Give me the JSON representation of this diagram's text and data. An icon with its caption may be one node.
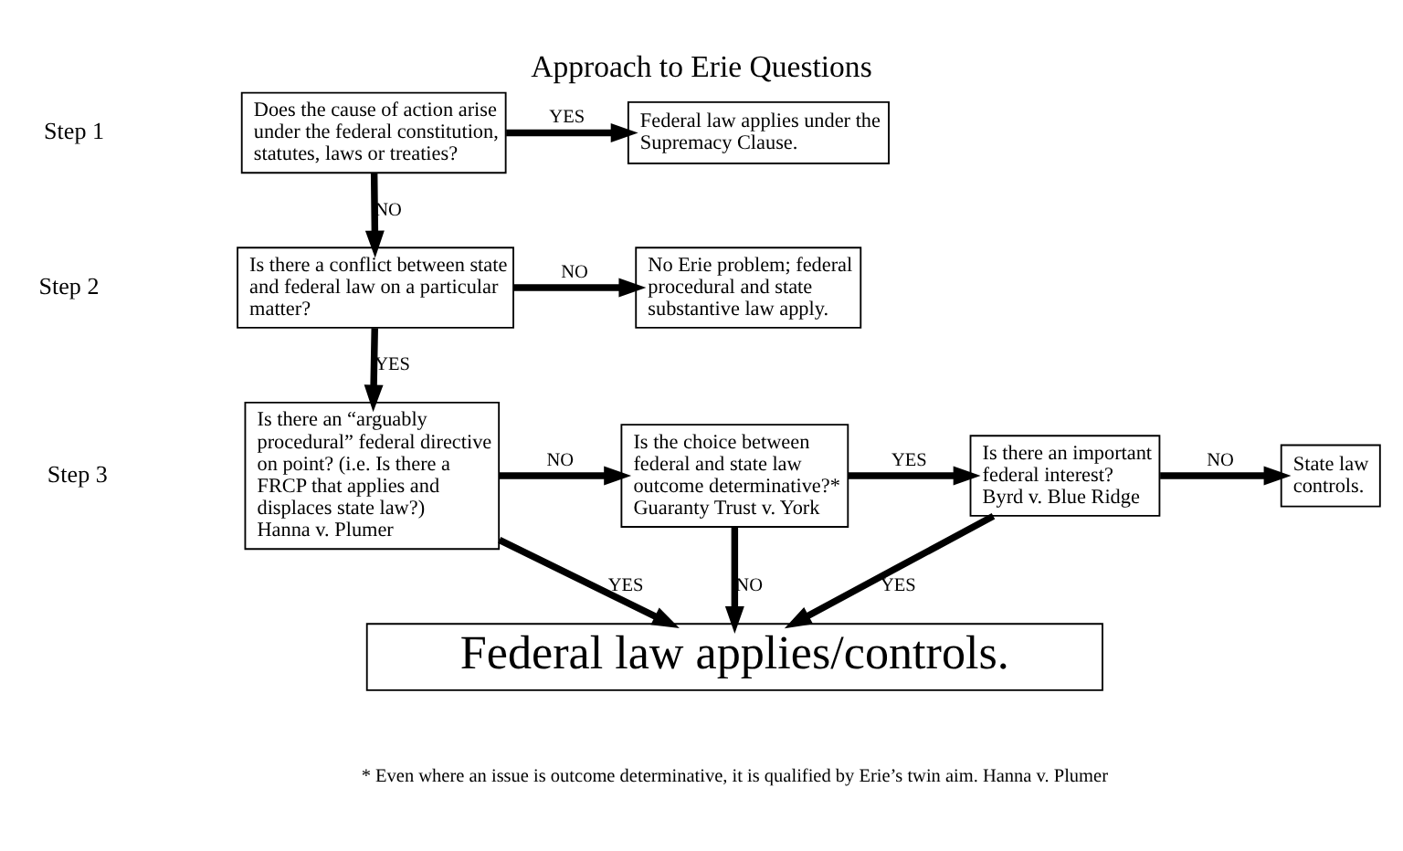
{
  "diagram": {
    "title": "Approach to Erie Questions",
    "caption": "* Even where an issue is outcome determinative, it is qualified by Erie’s twin aim. Hanna v. Plumer",
    "nodes": [
      {
        "text": [
          "Does the cause of action arise under the federal constitution, statutes, laws or treaties?"
        ]
      },
      {
        "text": [
          "Federal law applies under the Supremacy Clause."
        ]
      },
      {
        "text": [
          "Is there a conflict between state and federal law on a particular matter?"
        ]
      },
      {
        "text": [
          "No Erie problem; federal procedural and state substantive law apply."
        ]
      },
      {
        "text": [
          "Is there an “arguably procedural” federal directive on point? (i.e. Is there a FRCP that applies and displaces state law?)",
          "Hanna v. Plumer"
        ]
      },
      {
        "text": [
          "Is the choice between federal and state law outcome determinative?*",
          "Guaranty Trust v. York"
        ]
      },
      {
        "text": [
          "Is there an important federal interest?",
          "Byrd v. Blue Ridge"
        ]
      },
      {
        "text": [
          "State law controls."
        ]
      },
      {
        "text": [
          "Federal law applies/controls."
        ]
      }
    ],
    "edges": [
      {
        "from": 0,
        "to": 1,
        "arrow": "to",
        "label": "YES"
      },
      {
        "from": 0,
        "to": 2,
        "arrow": "to",
        "label": "NO"
      },
      {
        "from": 2,
        "to": 3,
        "arrow": "to",
        "label": "NO"
      },
      {
        "from": 2,
        "to": 4,
        "arrow": "to",
        "label": "YES"
      },
      {
        "from": 4,
        "to": 5,
        "arrow": "to",
        "label": "NO"
      },
      {
        "from": 4,
        "to": 8,
        "arrow": "to",
        "label": "YES"
      },
      {
        "from": 5,
        "to": 6,
        "arrow": "to",
        "label": "YES"
      },
      {
        "from": 5,
        "to": 8,
        "arrow": "to",
        "label": "NO"
      },
      {
        "from": 6,
        "to": 7,
        "arrow": "to",
        "label": "NO"
      },
      {
        "from": 6,
        "to": 8,
        "arrow": "to",
        "label": "YES"
      }
    ],
    "labels": [
      "Step 1",
      "Step 2",
      "Step 3"
    ]
  }
}
